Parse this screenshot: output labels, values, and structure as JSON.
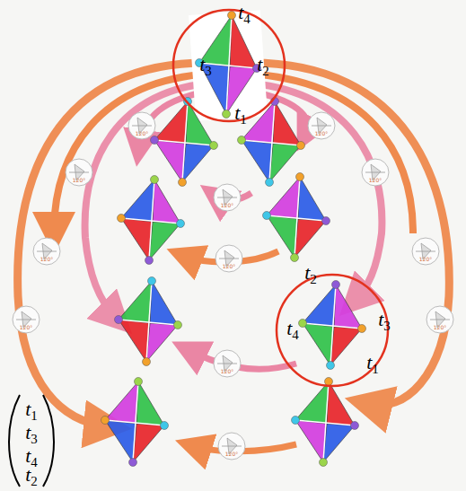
{
  "diagram": {
    "labels": [
      "t4",
      "t3",
      "t2",
      "t1",
      "t2",
      "t4",
      "t3",
      "t1",
      "t1",
      "t3",
      "t4",
      "t2",
      "120°",
      "120°",
      "120°",
      "120°",
      "120°",
      "120°",
      "120°",
      "120°",
      "120°",
      "120°",
      "120°",
      "120°"
    ]
  }
}
